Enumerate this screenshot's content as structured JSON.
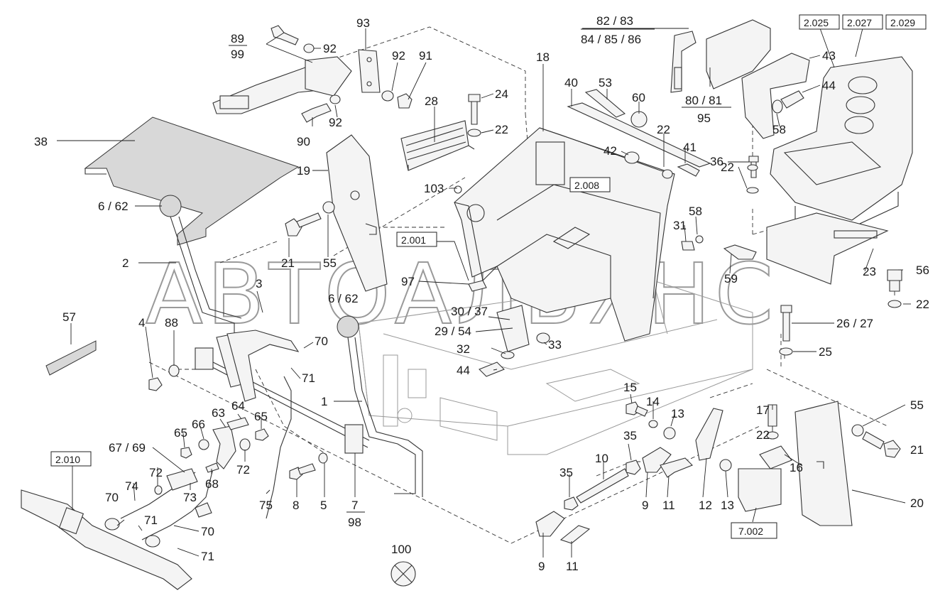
{
  "watermark": "АВТОАЛЬЯНС",
  "reference_boxes": [
    {
      "id": "ref-2-025",
      "text": "2.025"
    },
    {
      "id": "ref-2-027",
      "text": "2.027"
    },
    {
      "id": "ref-2-029",
      "text": "2.029"
    },
    {
      "id": "ref-2-008",
      "text": "2.008"
    },
    {
      "id": "ref-2-001",
      "text": "2.001"
    },
    {
      "id": "ref-2-010",
      "text": "2.010"
    },
    {
      "id": "ref-7-002",
      "text": "7.002"
    }
  ],
  "labels": {
    "l89": "89",
    "l99": "99",
    "l92a": "92",
    "l93": "93",
    "l92b": "92",
    "l91": "91",
    "l90": "90",
    "l92c": "92",
    "l38": "38",
    "l28": "28",
    "l24": "24",
    "l22a": "22",
    "l18": "18",
    "l40": "40",
    "l53": "53",
    "l60": "60",
    "l82_83": "82 / 83",
    "l84_85_86": "84 / 85 / 86",
    "l80_81": "80 / 81",
    "l95": "95",
    "l43": "43",
    "l44a": "44",
    "l58a": "58",
    "l19": "19",
    "l103": "103",
    "l42": "42",
    "l22b": "22",
    "l41": "41",
    "l36": "36",
    "l22c": "22",
    "l6_62a": "6 / 62",
    "l21a": "21",
    "l55a": "55",
    "l58b": "58",
    "l31": "31",
    "l2": "2",
    "l3": "3",
    "l97": "97",
    "l6_62b": "6 / 62",
    "l30_37": "30 / 37",
    "l29_54": "29 / 54",
    "l59": "59",
    "l23": "23",
    "l56": "56",
    "l22d": "22",
    "l57": "57",
    "l4": "4",
    "l88": "88",
    "l70a": "70",
    "l71a": "71",
    "l32": "32",
    "l33": "33",
    "l26_27": "26 / 27",
    "l25": "25",
    "l44b": "44",
    "l1": "1",
    "l15": "15",
    "l14": "14",
    "l13a": "13",
    "l17": "17",
    "l55b": "55",
    "l63": "63",
    "l64": "64",
    "l65a": "65",
    "l66": "66",
    "l65b": "65",
    "l35a": "35",
    "l22e": "22",
    "l21b": "21",
    "l67_69": "67 / 69",
    "l72a": "72",
    "l72b": "72",
    "l68": "68",
    "l10": "10",
    "l16": "16",
    "l74": "74",
    "l73": "73",
    "l75": "75",
    "l8": "8",
    "l5": "5",
    "l7": "7",
    "l98": "98",
    "l35b": "35",
    "l9a": "9",
    "l11a": "11",
    "l12": "12",
    "l13b": "13",
    "l20": "20",
    "l70b": "70",
    "l71b": "71",
    "l70c": "70",
    "l71c": "71",
    "l100": "100",
    "l9b": "9",
    "l11b": "11"
  }
}
